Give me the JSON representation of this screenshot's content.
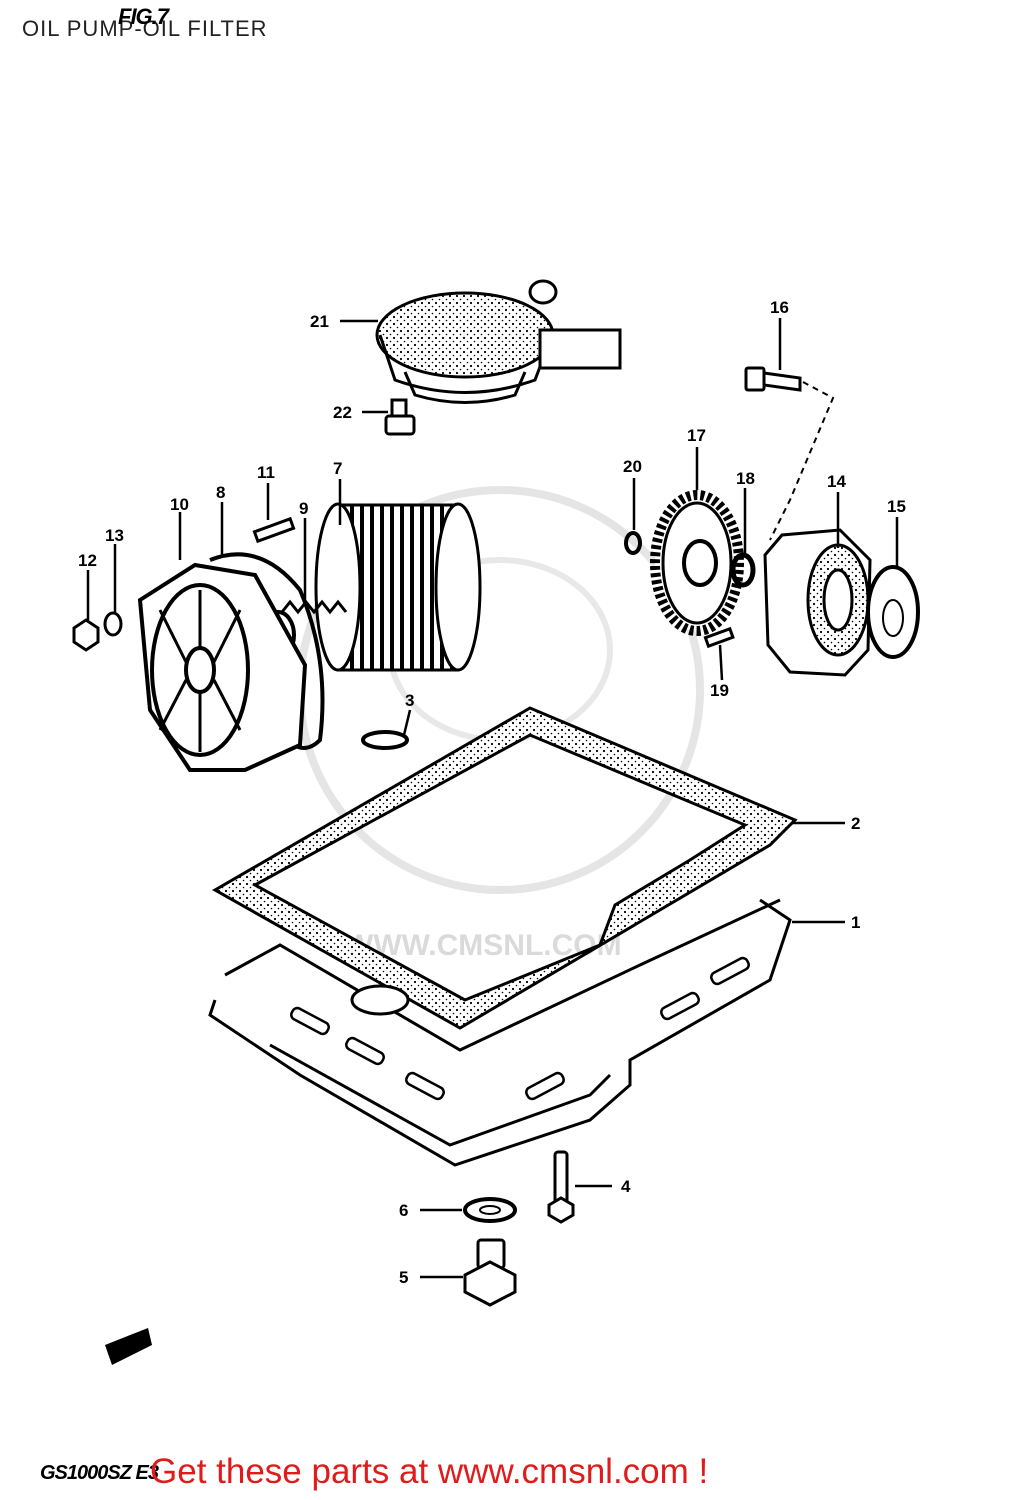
{
  "page": {
    "title": "OIL PUMP-OIL FILTER",
    "fig_label": "FIG.7",
    "model_code": "GS1000SZ E3"
  },
  "banner": {
    "text": "Get these parts at www.cmsnl.com !",
    "color": "#e01b1b"
  },
  "watermark": {
    "text": "WWW.CMSNL.COM"
  },
  "callouts": [
    {
      "id": "1",
      "part": "oil-pan"
    },
    {
      "id": "2",
      "part": "oil-pan-gasket"
    },
    {
      "id": "3",
      "part": "o-ring"
    },
    {
      "id": "4",
      "part": "oil-pan-bolt"
    },
    {
      "id": "5",
      "part": "drain-plug"
    },
    {
      "id": "6",
      "part": "drain-plug-gasket"
    },
    {
      "id": "7",
      "part": "oil-filter"
    },
    {
      "id": "8",
      "part": "filter-cap-gasket"
    },
    {
      "id": "9",
      "part": "spring"
    },
    {
      "id": "10",
      "part": "filter-cap"
    },
    {
      "id": "11",
      "part": "stud"
    },
    {
      "id": "12",
      "part": "nut"
    },
    {
      "id": "13",
      "part": "washer"
    },
    {
      "id": "14",
      "part": "oil-pump"
    },
    {
      "id": "15",
      "part": "pump-gasket"
    },
    {
      "id": "16",
      "part": "pump-bolt"
    },
    {
      "id": "17",
      "part": "pump-gear"
    },
    {
      "id": "18",
      "part": "washer"
    },
    {
      "id": "19",
      "part": "pin"
    },
    {
      "id": "20",
      "part": "circlip"
    },
    {
      "id": "21",
      "part": "oil-strainer"
    },
    {
      "id": "22",
      "part": "strainer-bolt"
    }
  ]
}
